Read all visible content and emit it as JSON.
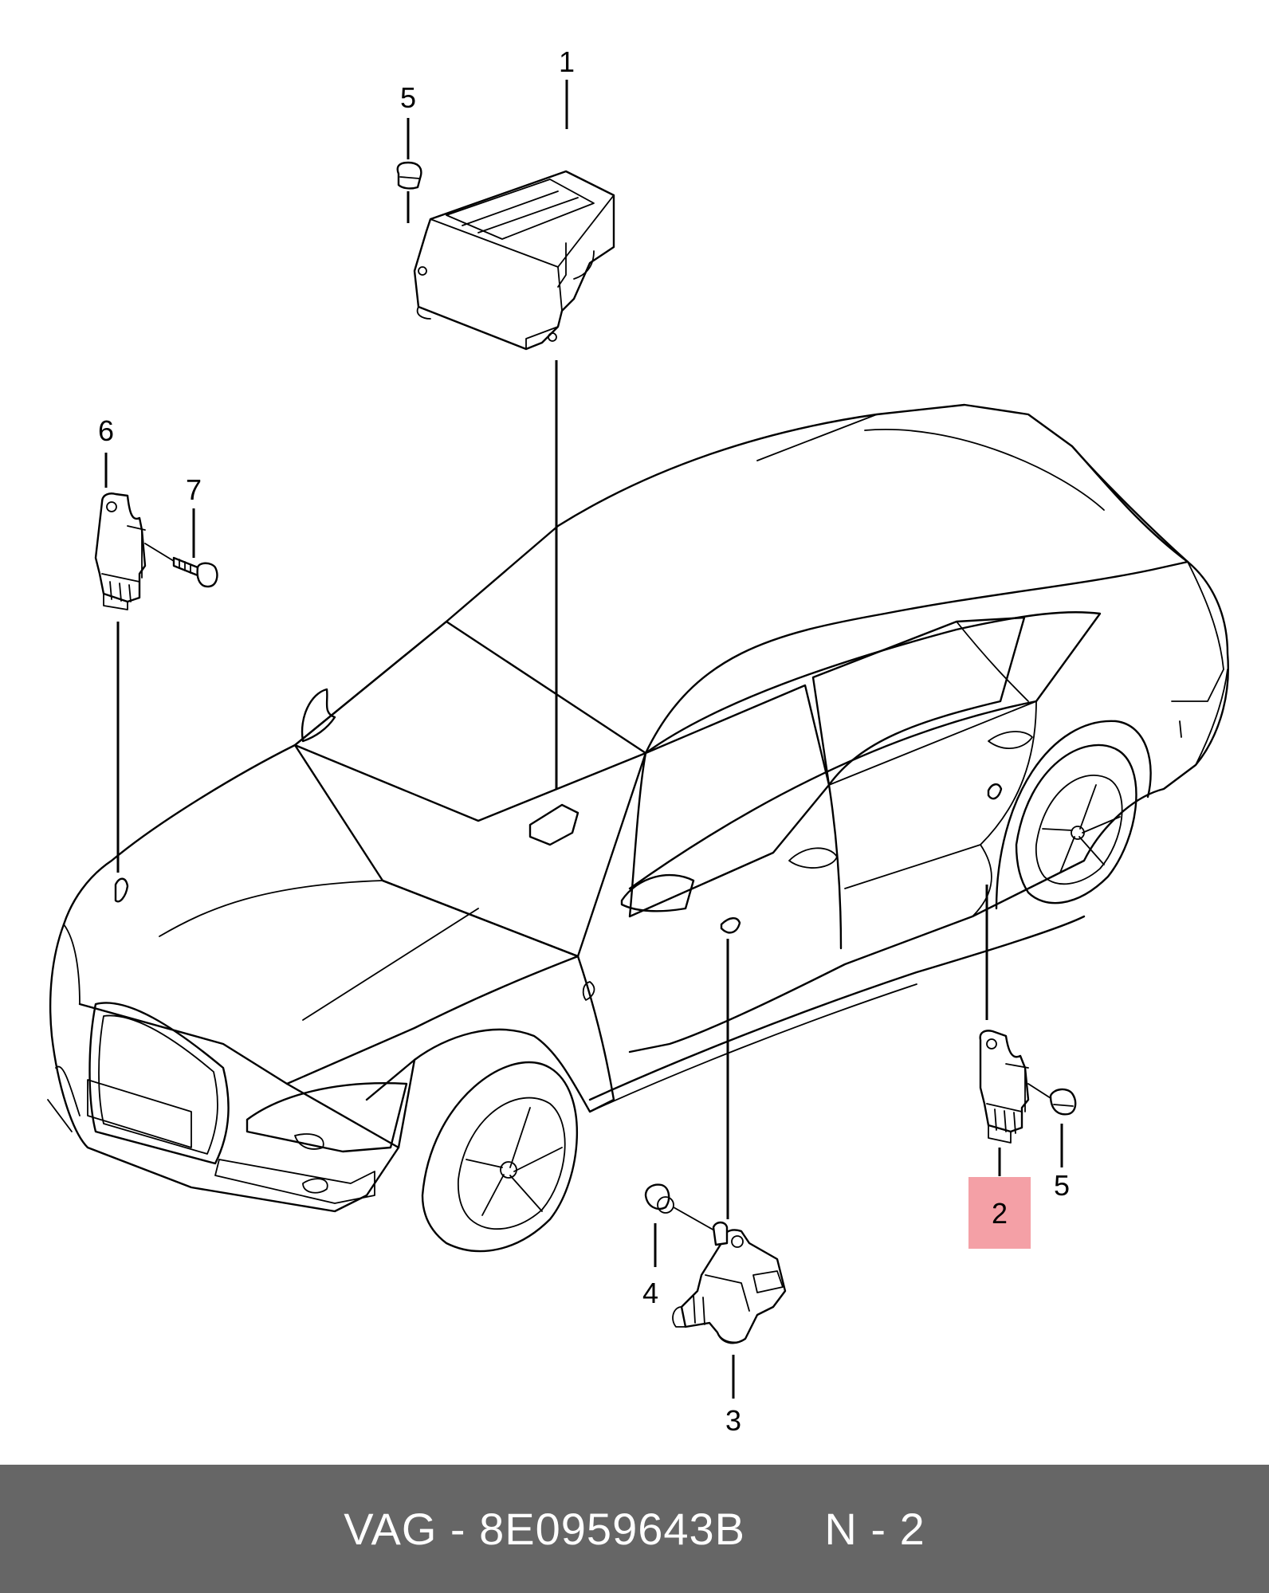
{
  "callouts": {
    "c1": "1",
    "c2": "2",
    "c3": "3",
    "c4": "4",
    "c5_top": "5",
    "c5_right": "5",
    "c6": "6",
    "c7": "7"
  },
  "highlight": {
    "color": "#f4a0a6",
    "part": "2"
  },
  "footer": {
    "brand": "VAG",
    "separator": " - ",
    "part_number": "8E0959643B",
    "position": "N - 2",
    "background": "#666666",
    "text_color": "#ffffff"
  }
}
